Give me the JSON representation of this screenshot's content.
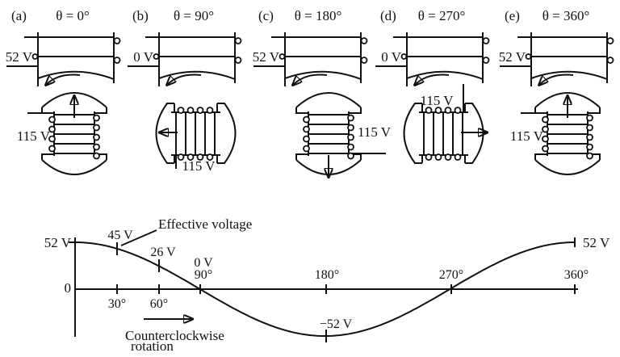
{
  "panels": [
    {
      "label": "(a)",
      "theta": "θ = 0°",
      "stator_voltage": "52 V",
      "rotor_voltage": "115 V",
      "rotor_field_direction": "up"
    },
    {
      "label": "(b)",
      "theta": "θ = 90°",
      "stator_voltage": "0 V",
      "rotor_voltage": "115 V",
      "rotor_field_direction": "left"
    },
    {
      "label": "(c)",
      "theta": "θ = 180°",
      "stator_voltage": "52 V",
      "rotor_voltage": "115 V",
      "rotor_field_direction": "down"
    },
    {
      "label": "(d)",
      "theta": "θ = 270°",
      "stator_voltage": "0 V",
      "rotor_voltage": "115 V",
      "rotor_field_direction": "right"
    },
    {
      "label": "(e)",
      "theta": "θ = 360°",
      "stator_voltage": "52 V",
      "rotor_voltage": "115 V",
      "rotor_field_direction": "up"
    }
  ],
  "graph": {
    "y_max_label": "52 V",
    "origin_label": "0",
    "annotation": "Effective voltage",
    "v45": "45 V",
    "v26": "26 V",
    "v0": "0 V",
    "vneg52": "−52 V",
    "v52_end": "52 V",
    "d30": "30°",
    "d60": "60°",
    "d90": "90°",
    "d180": "180°",
    "d270": "270°",
    "d360": "360°",
    "rotation_caption_line1": "Counterclockwise",
    "rotation_caption_line2": "rotation"
  },
  "chart_data": {
    "type": "line",
    "title": "Effective voltage",
    "x_unit": "degrees of counterclockwise rotation",
    "y_unit": "V",
    "amplitude": 52,
    "model": "v = 52·cos(θ)",
    "x": [
      0,
      30,
      60,
      90,
      180,
      270,
      360
    ],
    "y": [
      52,
      45,
      26,
      0,
      -52,
      0,
      52
    ],
    "x_ticks": [
      30,
      60,
      90,
      180,
      270,
      360
    ],
    "xlim": [
      0,
      360
    ],
    "ylim": [
      -52,
      52
    ],
    "grid": false,
    "annotations": [
      "Effective voltage",
      "Counterclockwise rotation"
    ]
  },
  "colors": {
    "ink": "#111111",
    "background": "#ffffff"
  }
}
